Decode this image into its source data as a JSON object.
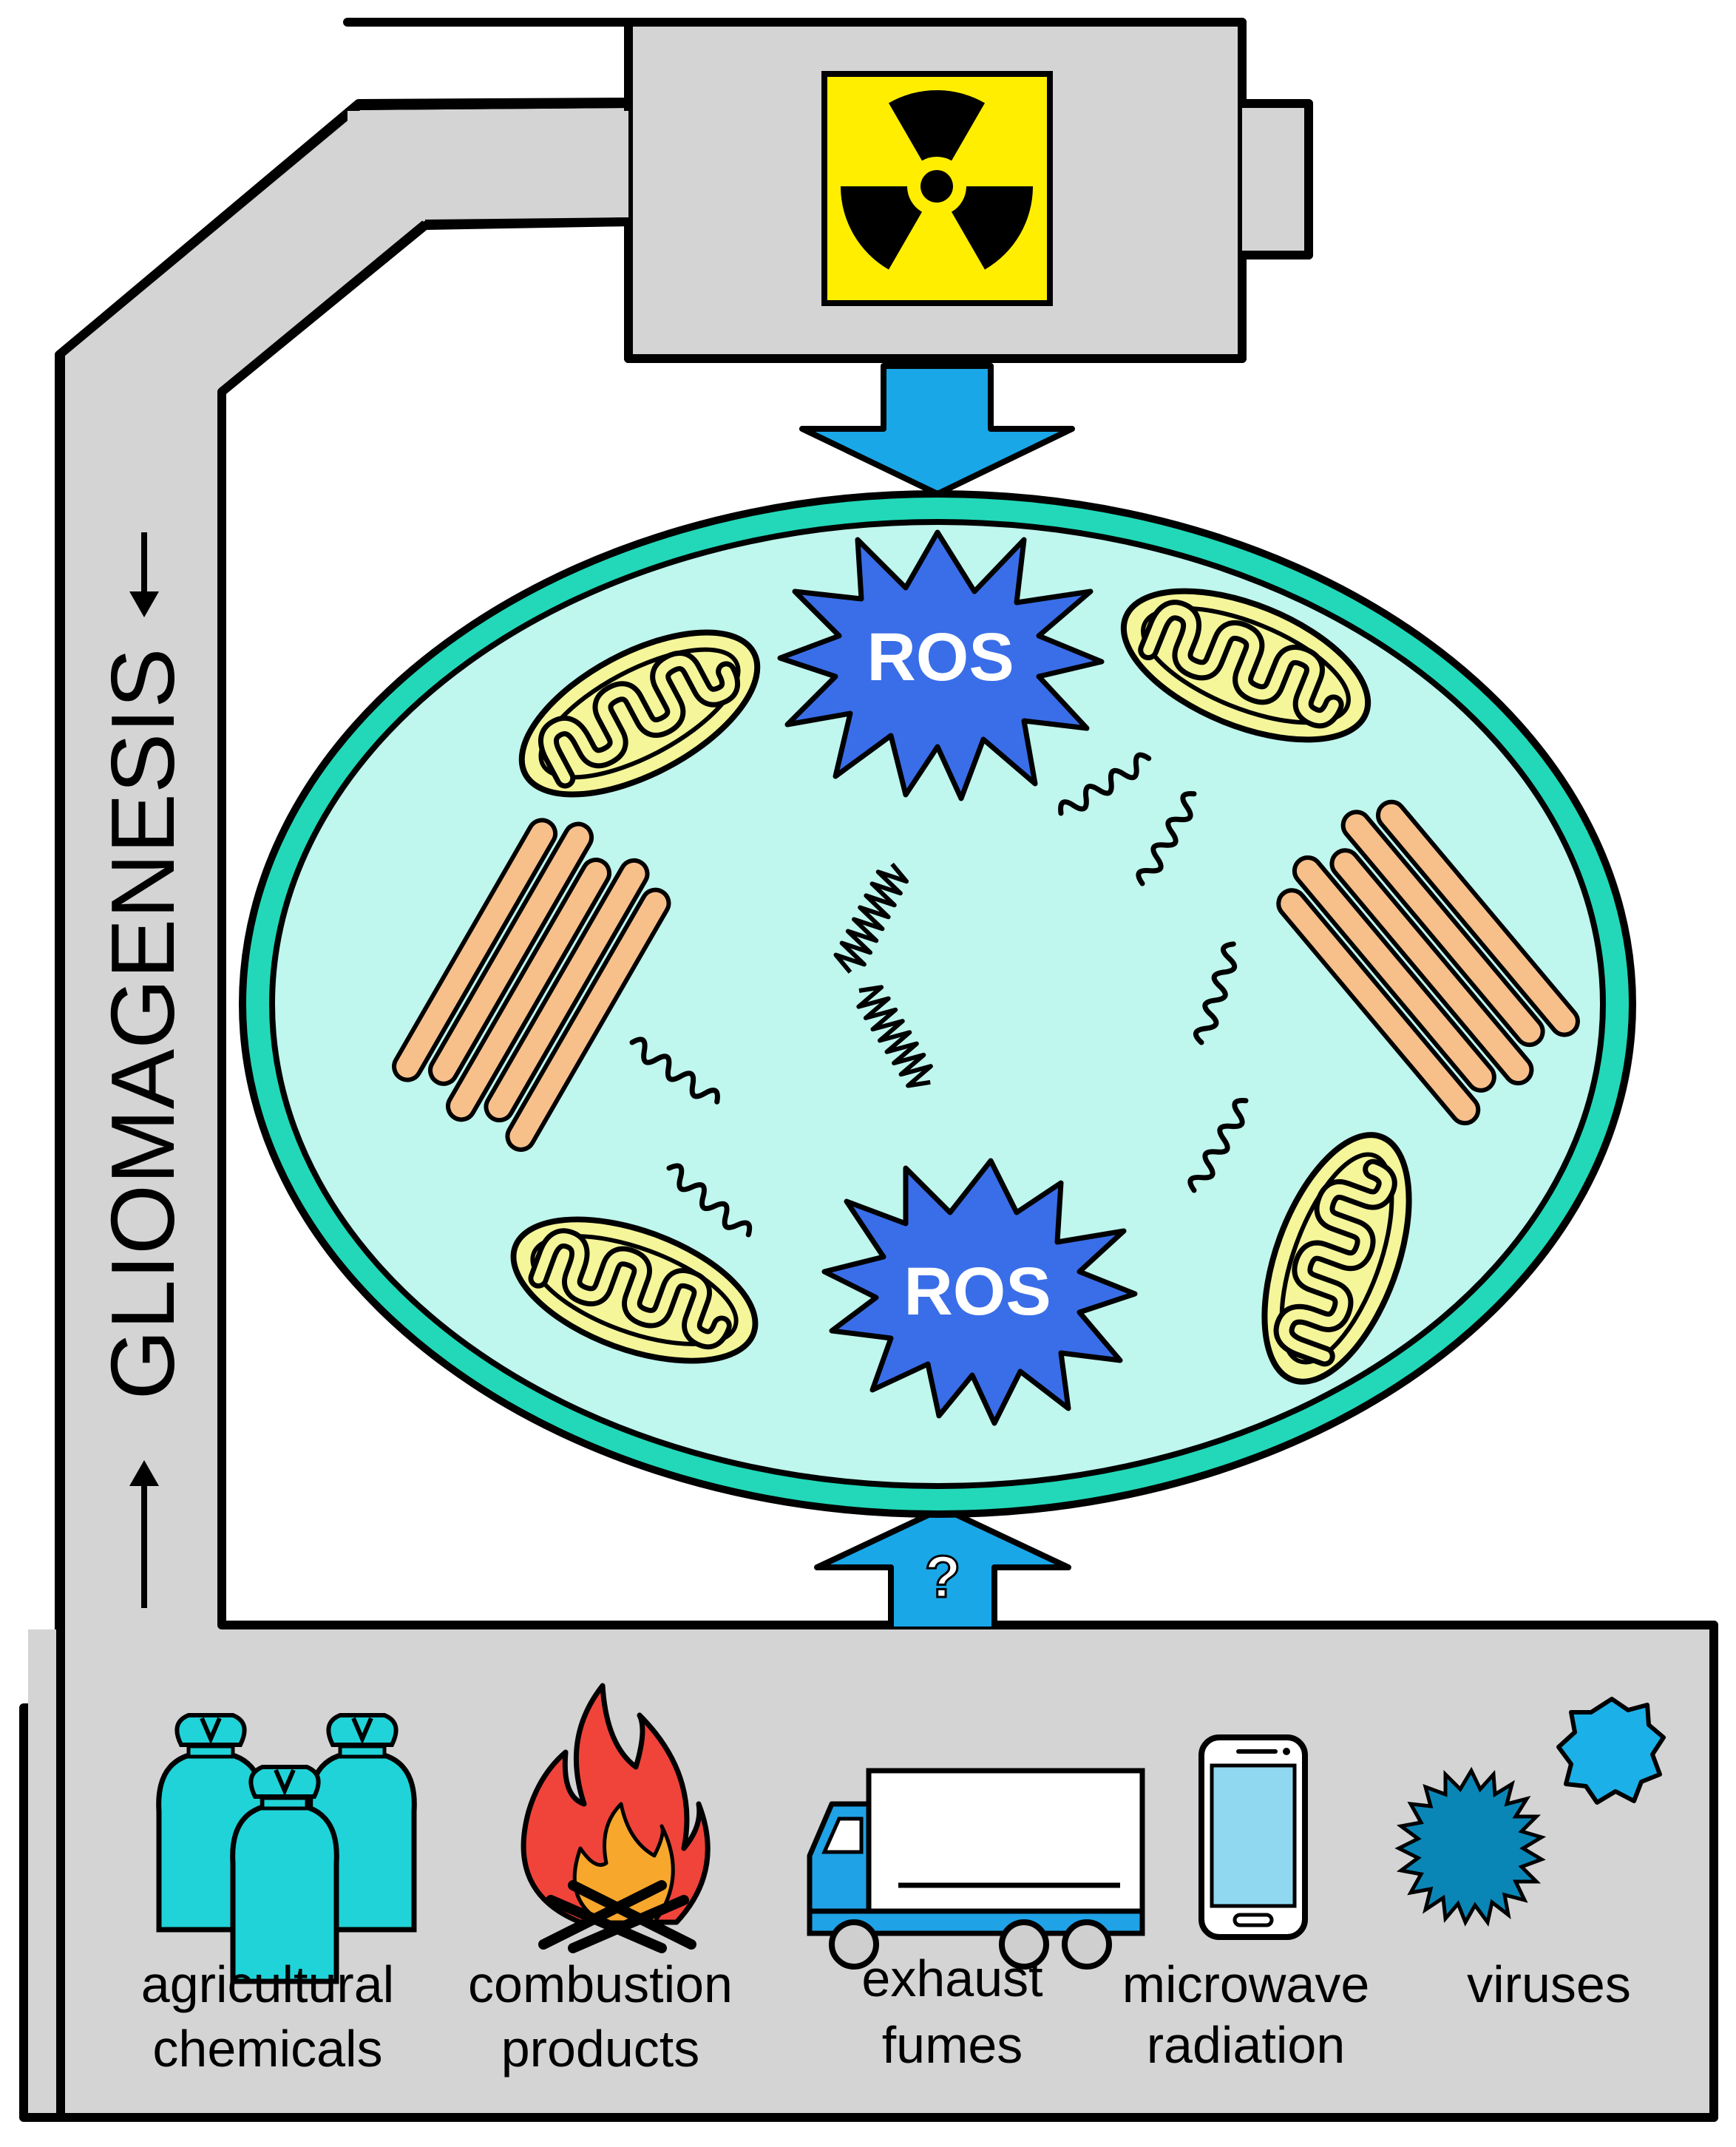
{
  "diagram": {
    "side_label": "GLIOMAGENESIS",
    "ros_labels": [
      "ROS",
      "ROS"
    ],
    "unknown_marker": "?",
    "sources": [
      {
        "id": "agricultural",
        "line1": "agricultural",
        "line2": "chemicals",
        "icon": "sack-icon"
      },
      {
        "id": "combustion",
        "line1": "combustion",
        "line2": "products",
        "icon": "fire-icon"
      },
      {
        "id": "exhaust",
        "line1": "exhaust",
        "line2": "fumes",
        "icon": "truck-icon"
      },
      {
        "id": "microwave",
        "line1": "microwave",
        "line2": "radiation",
        "icon": "smartphone-icon"
      },
      {
        "id": "viruses",
        "line1": "viruses",
        "line2": "",
        "icon": "virus-icon"
      }
    ],
    "colors": {
      "frame_fill": "#d4d4d4",
      "outline": "#000000",
      "radiation_bg": "#ffee00",
      "arrow_blue": "#1aa7e8",
      "cell_membrane": "#22d8b8",
      "cytoplasm": "#bff6ee",
      "ros_blue": "#3a6ee8",
      "mito_fill": "#f5f59a",
      "golgi_fill": "#f7c08a",
      "sack_fill": "#20d3d8",
      "fire_red": "#f0433a",
      "fire_orange": "#f7a72c",
      "truck_blue": "#1fa2e6",
      "phone_screen": "#8fd8ef",
      "virus_dark": "#0a86b6",
      "virus_light": "#1cb0e8"
    }
  }
}
